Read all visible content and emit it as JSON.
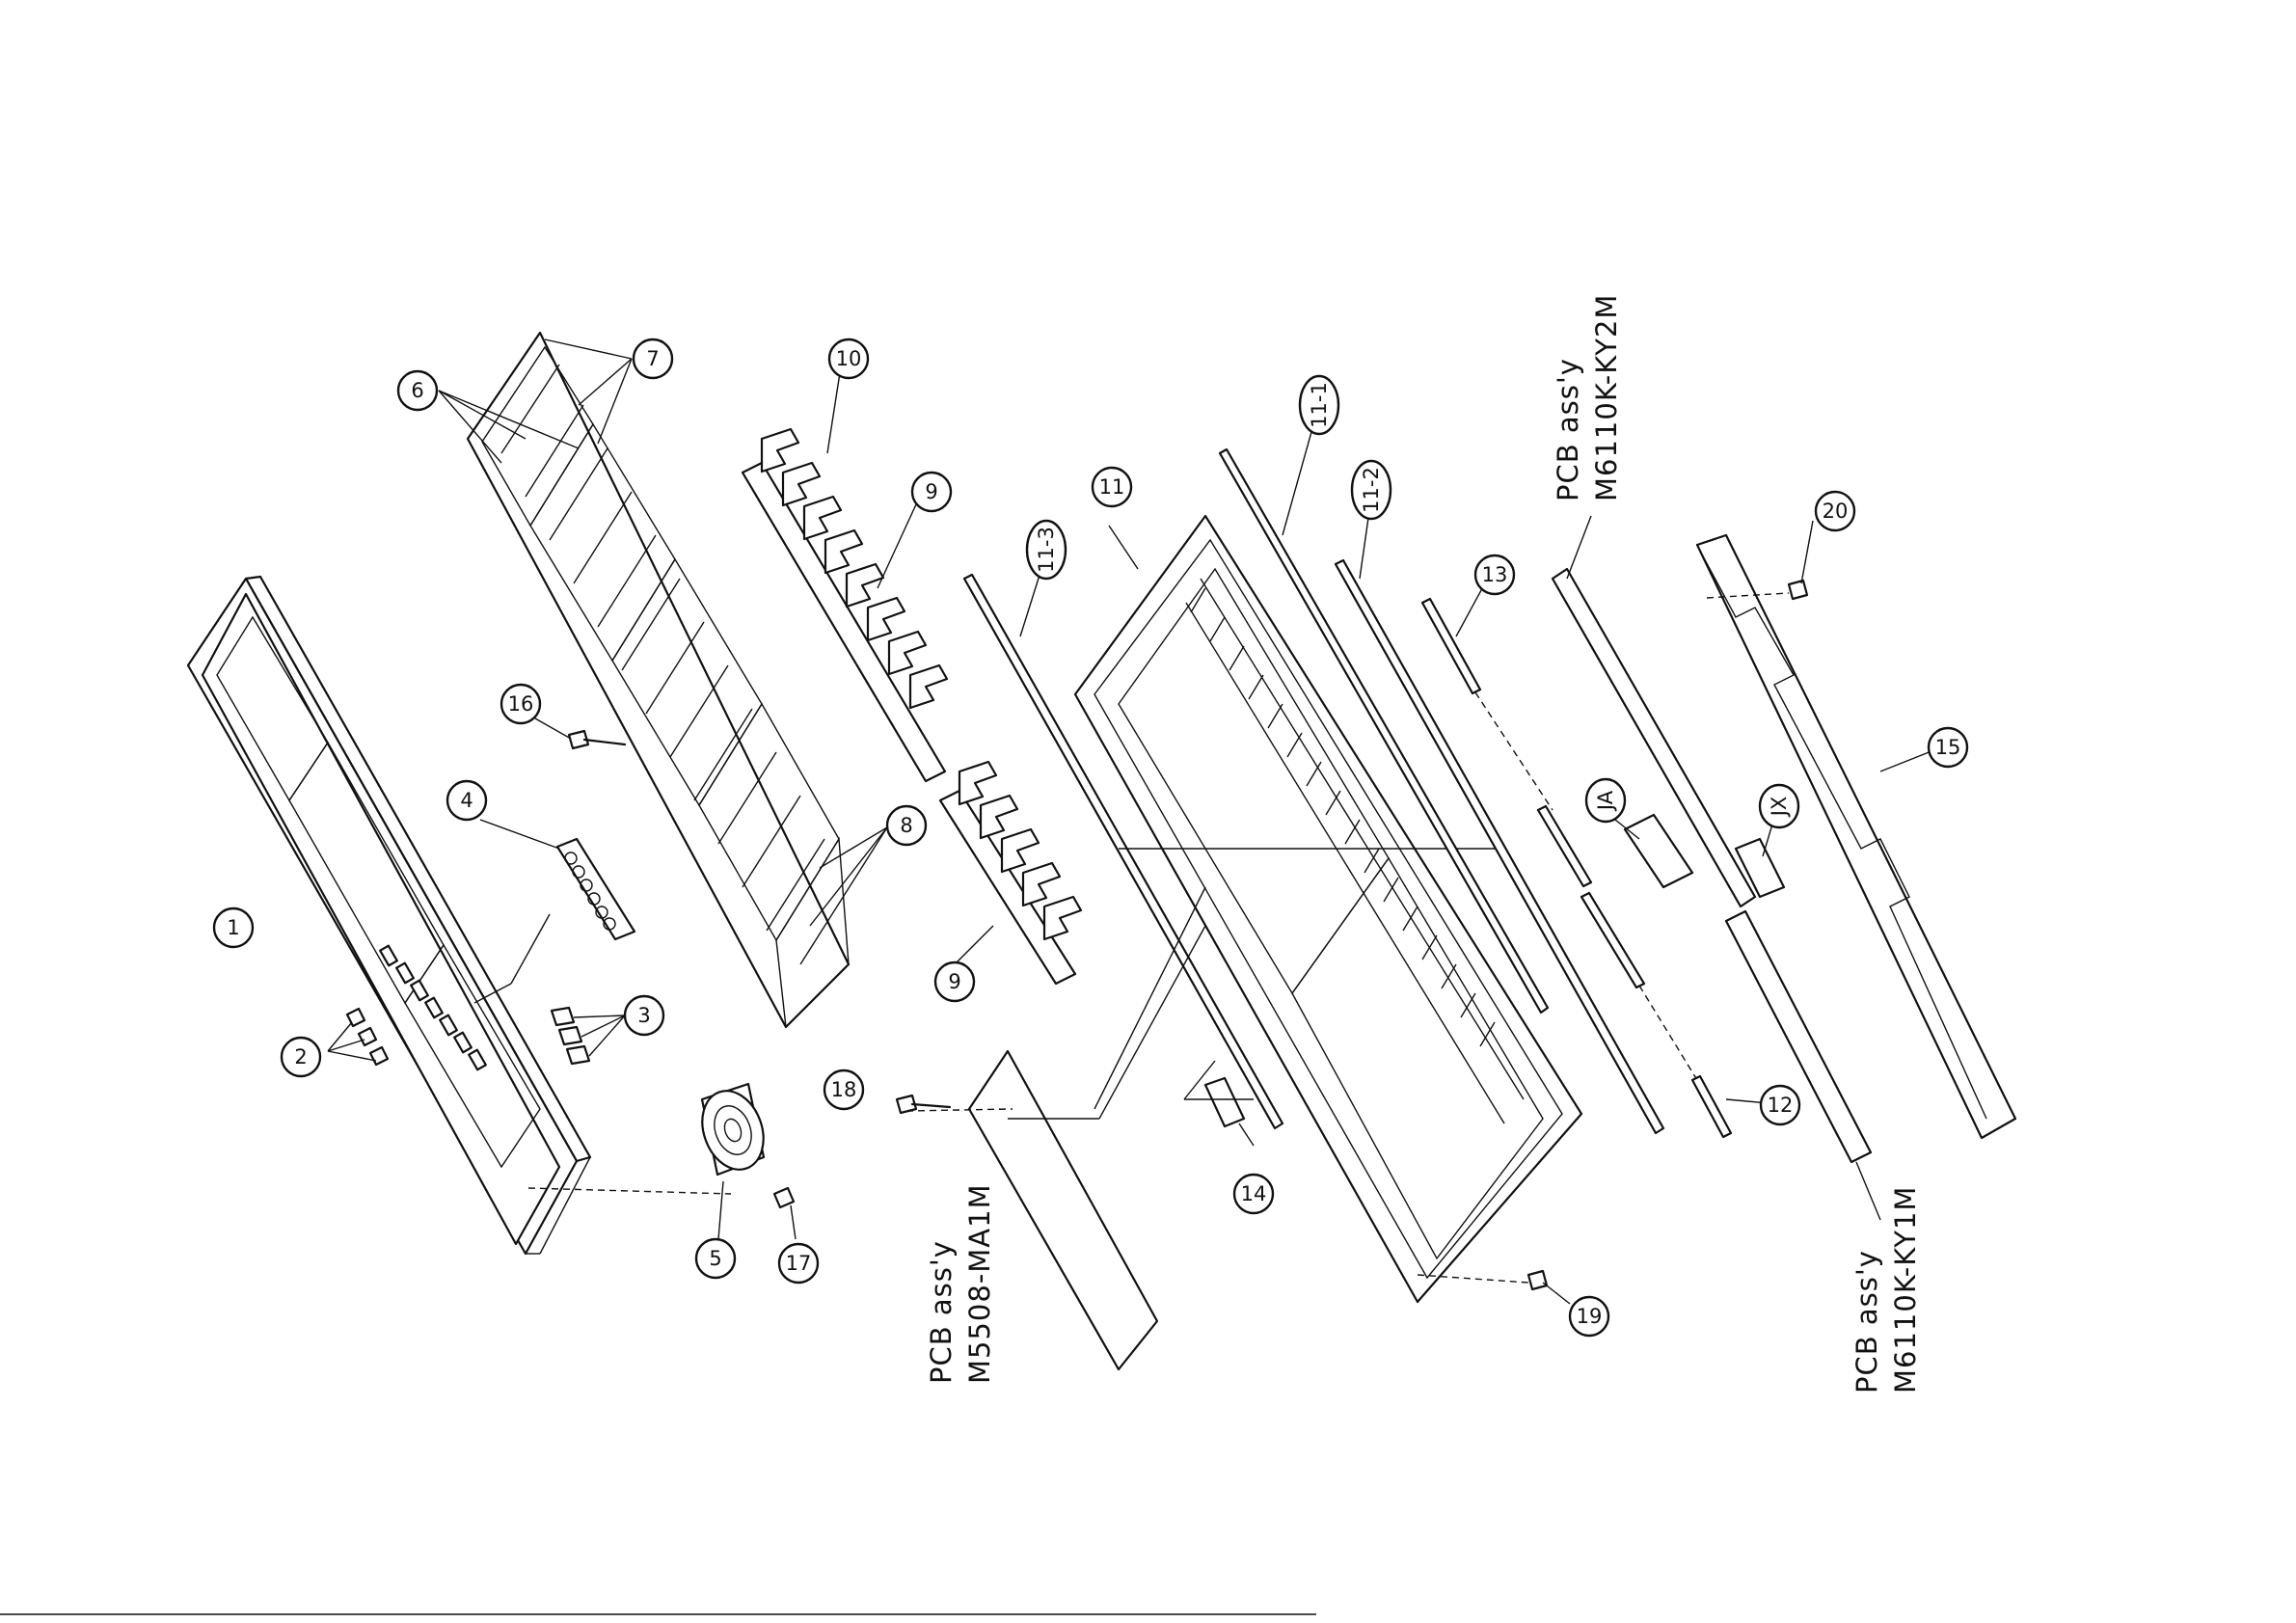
{
  "callouts": {
    "c1": "1",
    "c2": "2",
    "c3": "3",
    "c4": "4",
    "c5": "5",
    "c6": "6",
    "c7": "7",
    "c8": "8",
    "c9a": "9",
    "c9b": "9",
    "c10": "10",
    "c11": "11",
    "c11_1": "11-1",
    "c11_2": "11-2",
    "c11_3": "11-3",
    "c12": "12",
    "c13": "13",
    "c14": "14",
    "c15": "15",
    "c16": "16",
    "c17": "17",
    "c18": "18",
    "c19": "19",
    "c20": "20",
    "cJA": "JA",
    "cJX": "JX"
  },
  "pcb_labels": {
    "ma1m": {
      "line1": "PCB ass'y",
      "line2": "M5508-MA1M"
    },
    "ky2m": {
      "line1": "PCB ass'y",
      "line2": "M6110K-KY2M"
    },
    "ky1m": {
      "line1": "PCB ass'y",
      "line2": "M6110K-KY1M"
    }
  }
}
